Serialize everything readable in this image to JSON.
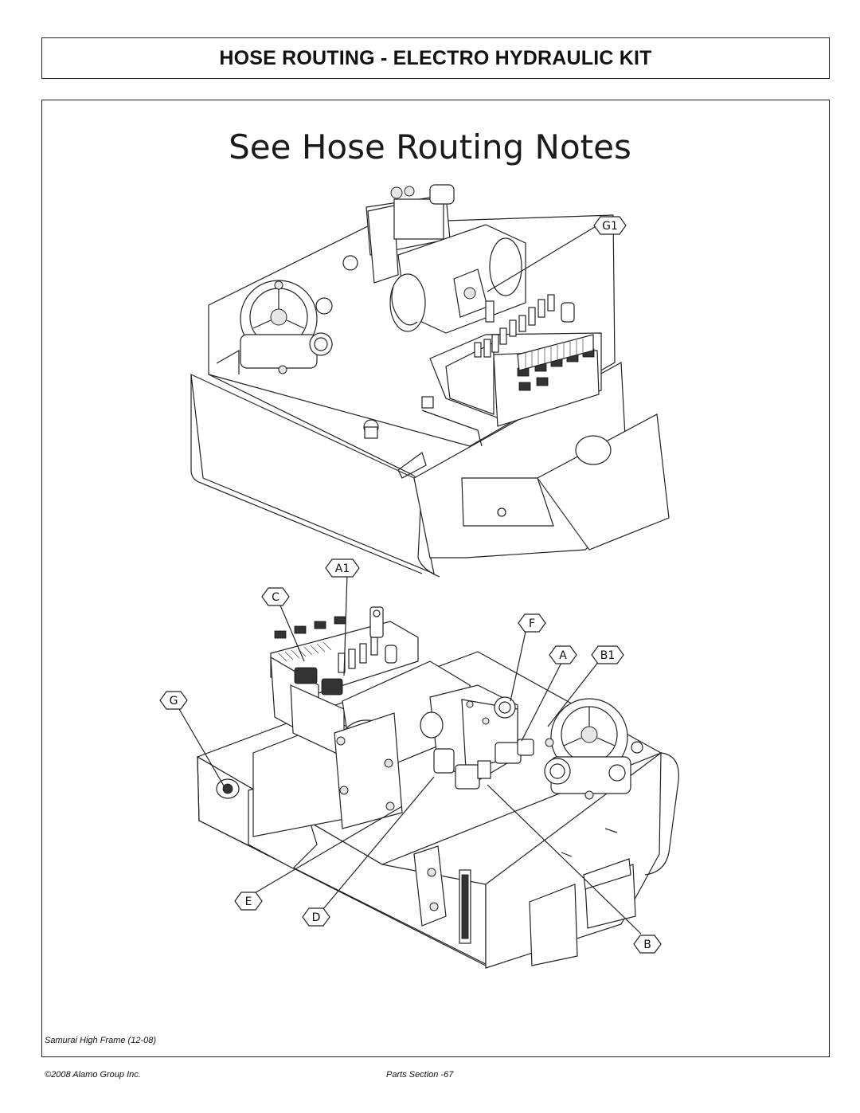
{
  "page": {
    "title": "HOSE ROUTING - ELECTRO HYDRAULIC KIT",
    "subtitle": "See Hose Routing Notes",
    "frame_note": "Samurai High Frame (12-08)",
    "footer_copyright": "©2008 Alamo Group Inc.",
    "footer_section": "Parts Section -67"
  },
  "callouts": {
    "g1": "G1",
    "a1": "A1",
    "c": "C",
    "f": "F",
    "a": "A",
    "b1": "B1",
    "g": "G",
    "e": "E",
    "d": "D",
    "b": "B"
  }
}
